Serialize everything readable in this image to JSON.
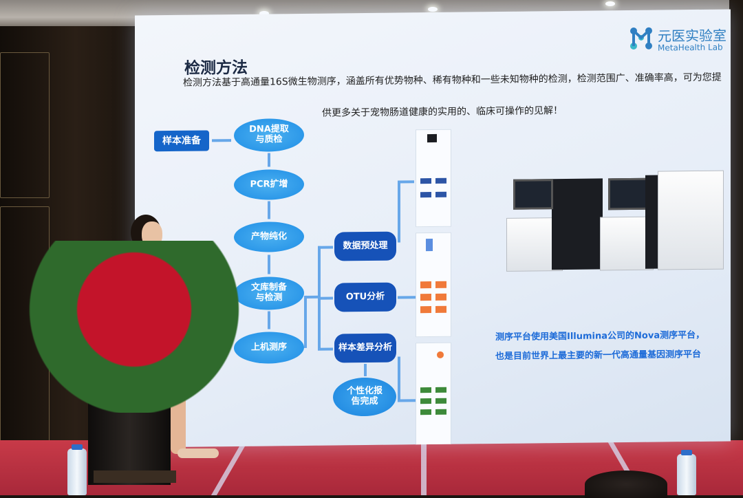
{
  "slide": {
    "title": "检测方法",
    "intro_line1": "检测方法基于高通量16S微生物测序，涵盖所有优势物种、稀有物种和一些未知物种的检测，检测范围广、准确率高，可为您提",
    "intro_line2": "供更多关于宠物肠道健康的实用的、临床可操作的见解！",
    "logo_cn": "元医实验室",
    "logo_en": "MetaHealth Lab",
    "logo_icon": "molecule-logo-icon",
    "flow_steps": [
      "样本准备",
      "DNA提取\n与质检",
      "PCR扩增",
      "产物纯化",
      "文库制备\n与检测",
      "上机测序"
    ],
    "analysis_steps": [
      "数据预处理",
      "OTU分析",
      "样本差异分析",
      "个性化报\n告完成"
    ],
    "caption_line1": "测序平台使用美国Illumina公司的Nova测序平台，",
    "caption_line2": "也是目前世界上最主要的新一代高通量基因测序平台",
    "colors": {
      "node_light": "#2b9be9",
      "node_dark": "#1652b8",
      "caption": "#1d6bd8",
      "stage": "#c23646"
    }
  }
}
